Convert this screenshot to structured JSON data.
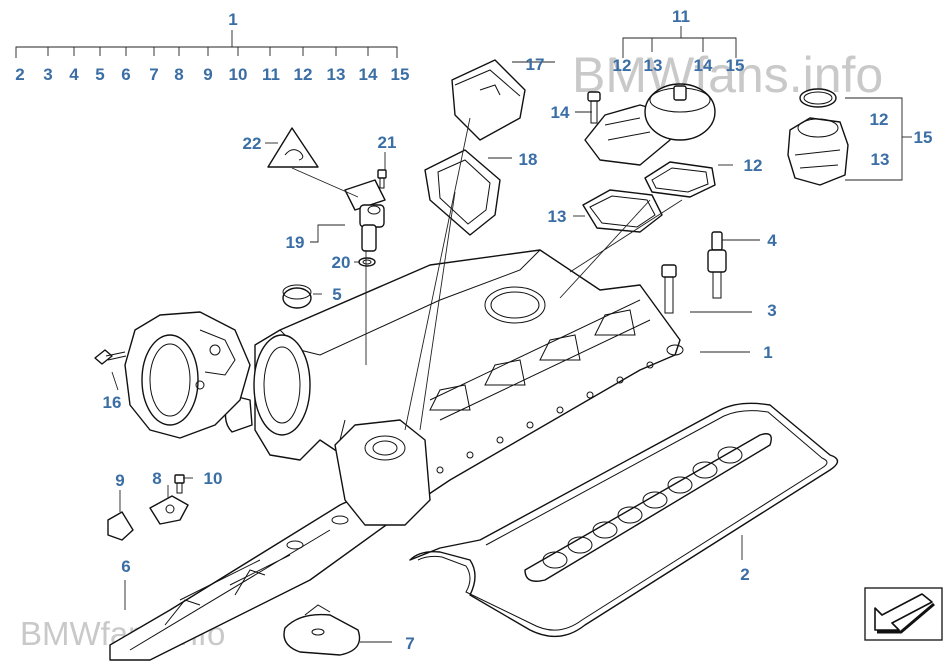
{
  "watermark_top": "BMWfans.info",
  "watermark_bottom": "BMWfans.info",
  "group_1": {
    "label": "1",
    "items": [
      "2",
      "3",
      "4",
      "5",
      "6",
      "7",
      "8",
      "9",
      "10",
      "11",
      "12",
      "13",
      "14",
      "15"
    ]
  },
  "group_11": {
    "label": "11",
    "items": [
      "12",
      "13",
      "14",
      "15"
    ]
  },
  "group_15": {
    "label": "15",
    "items": [
      "12",
      "13"
    ]
  },
  "callouts": {
    "c1": "1",
    "c2": "2",
    "c3": "3",
    "c4": "4",
    "c5": "5",
    "c6": "6",
    "c7": "7",
    "c8": "8",
    "c9": "9",
    "c10": "10",
    "c12": "12",
    "c13": "13",
    "c14": "14",
    "c16": "16",
    "c17": "17",
    "c18": "18",
    "c19": "19",
    "c20": "20",
    "c21": "21",
    "c22": "22"
  },
  "nav_arrow_icon": "arrow-return-icon"
}
